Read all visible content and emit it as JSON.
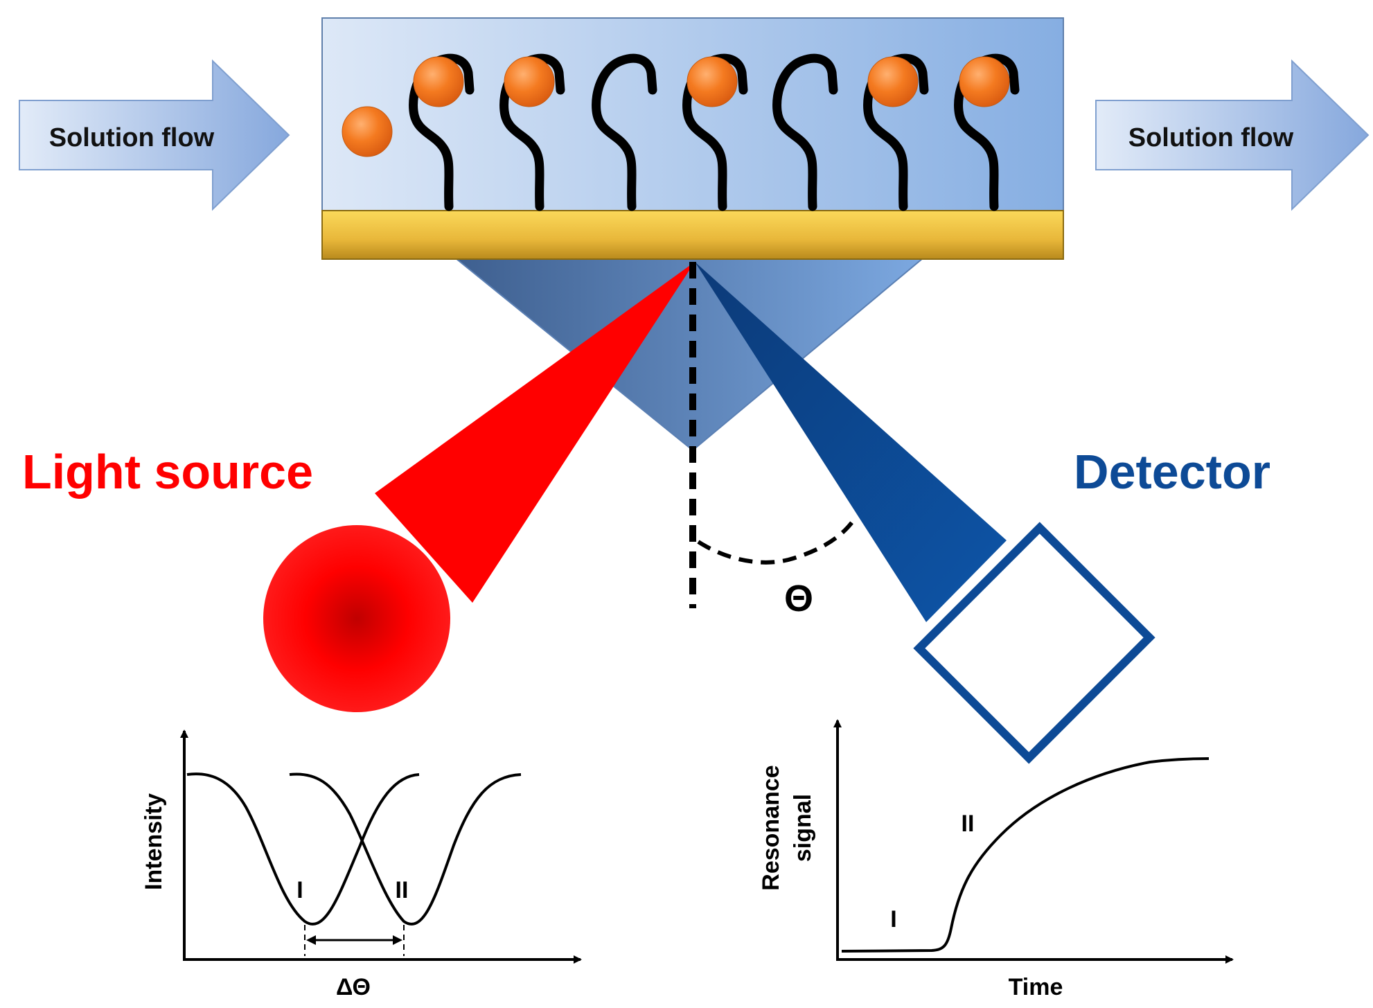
{
  "labels": {
    "flow_in": "Solution flow",
    "flow_out": "Solution flow",
    "light_source": "Light source",
    "detector": "Detector",
    "theta": "Θ"
  },
  "left_plot": {
    "ylabel": "Intensity",
    "xlabel": "ΔΘ",
    "dip_1_label": "I",
    "dip_2_label": "II"
  },
  "right_plot": {
    "ylabel_line1": "Resonance",
    "ylabel_line2": "signal",
    "xlabel": "Time",
    "phase_1_label": "I",
    "phase_2_label": "II"
  },
  "colors": {
    "light_source": "#ff0000",
    "detector": "#0d4a96",
    "particle": "#f07a22",
    "gold_film": "#f2c233",
    "flow_arrow": "#8fb0e0",
    "prism": "#6f95c8"
  },
  "icons": {
    "flow_arrow": "right-arrow-icon",
    "particle": "orange-circle-icon",
    "receptor": "hook-receptor-icon",
    "light_source": "light-bulb-icon",
    "detector": "detector-box-icon"
  }
}
